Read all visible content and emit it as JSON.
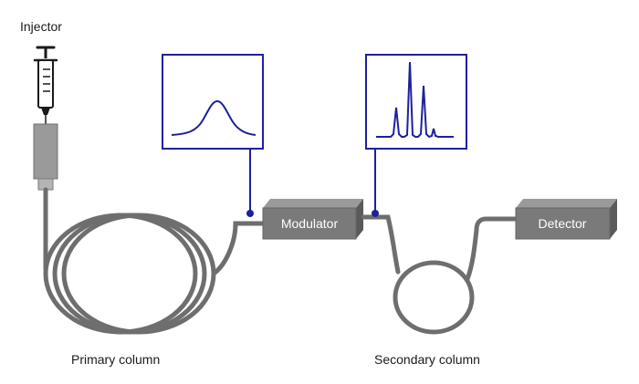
{
  "labels": {
    "injector": "Injector",
    "modulator": "Modulator",
    "detector": "Detector",
    "primary_column": "Primary column",
    "secondary_column": "Secondary column"
  },
  "colors": {
    "tubing": "#6e6e6e",
    "box_front": "#7a7a7a",
    "box_top": "#9a9a9a",
    "box_side": "#5a5a5a",
    "chromatogram": "#1f1f9e",
    "panel_border": "#1f1f9e",
    "background": "#ffffff",
    "text": "#1a1a1a"
  },
  "panels": [
    {
      "name": "primary-chromatogram",
      "trace": "single broad gaussian peak"
    },
    {
      "name": "secondary-chromatogram",
      "trace": "multiple narrow peaks"
    }
  ]
}
